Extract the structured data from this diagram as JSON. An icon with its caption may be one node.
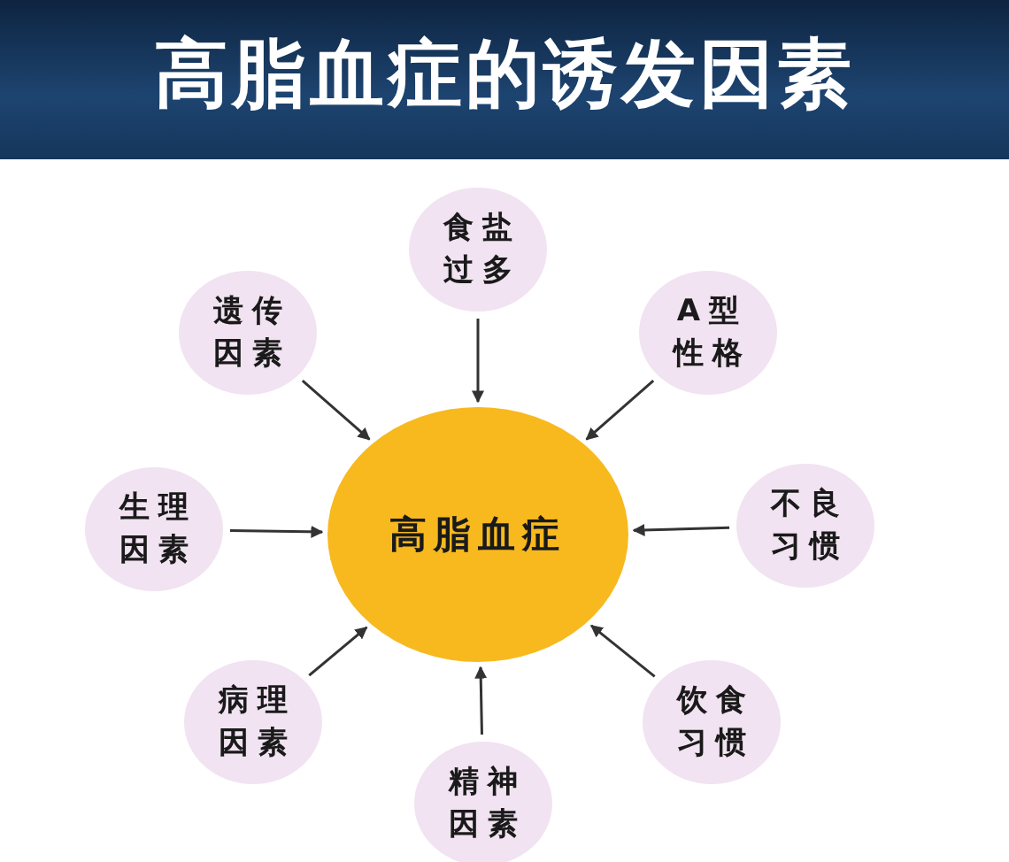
{
  "diagram": {
    "title": "高脂血症的诱发因素",
    "nodes": [
      {
        "text": [
          "高脂血症"
        ]
      },
      {
        "text": [
          "食盐过多"
        ]
      },
      {
        "text": [
          "A型性格"
        ]
      },
      {
        "text": [
          "不良习惯"
        ]
      },
      {
        "text": [
          "饮食习惯"
        ]
      },
      {
        "text": [
          "精神因素"
        ]
      },
      {
        "text": [
          "病理因素"
        ]
      },
      {
        "text": [
          "生理因素"
        ]
      },
      {
        "text": [
          "遗传因素"
        ]
      }
    ],
    "edges": [
      {
        "from": 1,
        "to": 0,
        "arrow": "to"
      },
      {
        "from": 2,
        "to": 0,
        "arrow": "to"
      },
      {
        "from": 3,
        "to": 0,
        "arrow": "to"
      },
      {
        "from": 4,
        "to": 0,
        "arrow": "to"
      },
      {
        "from": 5,
        "to": 0,
        "arrow": "to"
      },
      {
        "from": 6,
        "to": 0,
        "arrow": "to"
      },
      {
        "from": 7,
        "to": 0,
        "arrow": "to"
      },
      {
        "from": 8,
        "to": 0,
        "arrow": "to"
      }
    ]
  }
}
